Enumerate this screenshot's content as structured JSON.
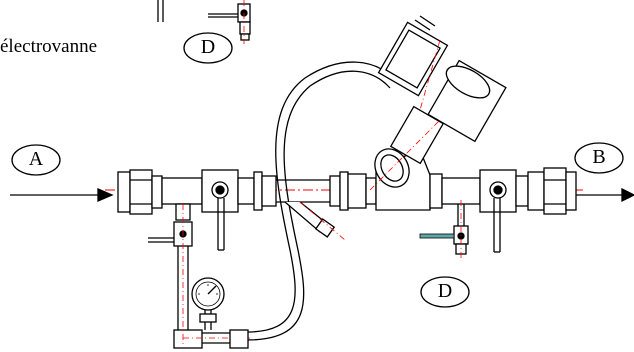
{
  "labels": {
    "electrovanne": "électrovanne",
    "inlet": "A",
    "outlet": "B",
    "drain_valve_top": "D",
    "drain_valve_bottom": "D"
  },
  "colors": {
    "line": "#000000",
    "centerline": "#ff0000",
    "drain_handle": "#5fa8a8"
  }
}
